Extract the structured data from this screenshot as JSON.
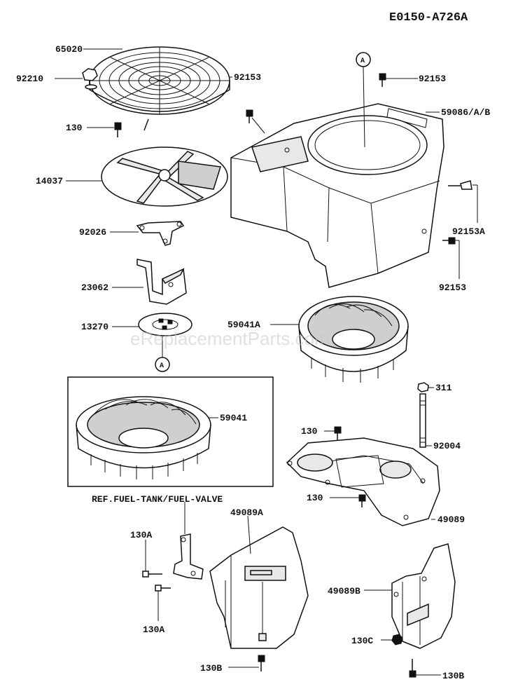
{
  "diagram_code": "E0150-A726A",
  "watermark": "eReplacementParts.com",
  "ref_marker": "A",
  "reference_note": "REF.FUEL-TANK/FUEL-VALVE",
  "labels": {
    "p65020": "65020",
    "p92210": "92210",
    "p92153_top": "92153",
    "p130_top": "130",
    "p14037": "14037",
    "p92026": "92026",
    "p23062": "23062",
    "p13270": "13270",
    "p92153_right": "92153",
    "p59086": "59086/A/B",
    "p92153A": "92153A",
    "p92153_lower": "92153",
    "p59041A": "59041A",
    "p59041": "59041",
    "p311": "311",
    "p130_mid": "130",
    "p92004": "92004",
    "p130_lower": "130",
    "p49089": "49089",
    "p49089A": "49089A",
    "p130A_top": "130A",
    "p130A_bottom": "130A",
    "p49089B": "49089B",
    "p130C": "130C",
    "p130B_left": "130B",
    "p130B_right": "130B"
  }
}
